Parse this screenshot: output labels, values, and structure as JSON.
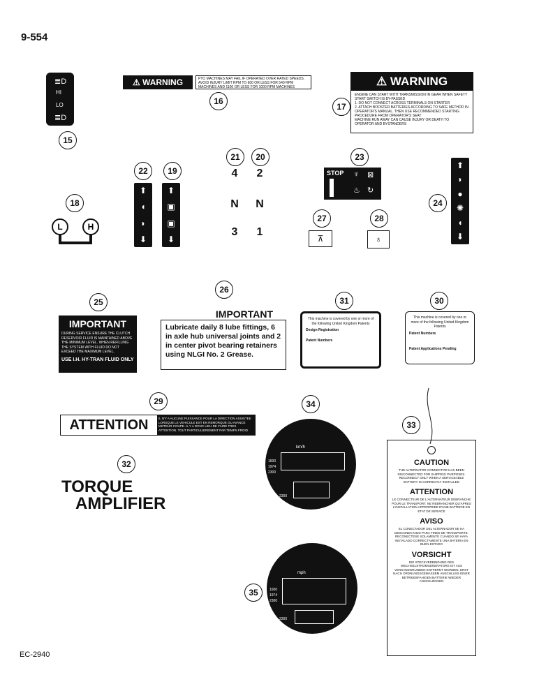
{
  "page": {
    "number": "9-554",
    "footer": "EC-2940"
  },
  "callouts": {
    "c15": "15",
    "c16": "16",
    "c17": "17",
    "c18": "18",
    "c19": "19",
    "c20": "20",
    "c21": "21",
    "c22": "22",
    "c23": "23",
    "c24": "24",
    "c25": "25",
    "c26": "26",
    "c27": "27",
    "c28": "28",
    "c29": "29",
    "c30": "30",
    "c31": "31",
    "c32": "32",
    "c33": "33",
    "c34": "34",
    "c35": "35"
  },
  "headlamp_decal": {
    "hi": "HI",
    "lo": "LO"
  },
  "warning_small": {
    "head": "⚠ WARNING",
    "body": "PTO MACHINES MAY FAIL IF OPERATED OVER RATED SPEEDS. AVOID INJURY LIMIT RPM TO 600 OR LESS FOR 540 RPM MACHINES AND 1100 OR LESS FOR 1000 RPM MACHINES"
  },
  "warning_big": {
    "head": "⚠ WARNING",
    "line1": "ENGINE CAN START WITH TRANSMISSION IN GEAR WHEN SAFETY START SWITCH IS BY-PASSED",
    "line2": "1. DO NOT CONNECT ACROSS TERMINALS ON STARTER",
    "line3": "2. ATTACH BOOSTER BATTERIES ACCORDING TO SAFE METHOD IN OPERATOR'S MANUAL. THEN USE RECOMMENDED STARTING PROCEDURE FROM OPERATOR'S SEAT",
    "line4": "MACHINE RUN AWAY CAN CAUSE INJURY OR DEATH TO OPERATOR AND BYSTANDERS"
  },
  "gear_21": {
    "top": "4",
    "mid": "N",
    "bot": "3"
  },
  "gear_20": {
    "top": "2",
    "mid": "N",
    "bot": "1"
  },
  "range_decal": {
    "low": "L",
    "high": "H"
  },
  "stop_decal": {
    "label": "STOP"
  },
  "important_black": {
    "title": "IMPORTANT",
    "body": "DURING SERVICE ENSURE THE CLUTCH RESERVOIR FLUID IS MAINTAINED ABOVE THE MINIMUM LEVEL. WHEN REFILLING THE SYSTEM WITH FLUID DO NOT EXCEED THE MAXIMUM LEVEL.",
    "foot": "USE I.H. HY-TRAN FLUID ONLY"
  },
  "important_white": {
    "title": "IMPORTANT",
    "body": "Lubricate daily 8 lube fittings, 6 in axle hub universal joints and 2 in center pivot bearing retainers using NLGI No. 2 Grease."
  },
  "patent_31": {
    "intro": "This machine is covered by one or more of the following United Kingdom Patents",
    "design": "Design Registration",
    "numbers": "Patent Numbers"
  },
  "patent_30": {
    "intro": "This machine is covered by one or more of the following United Kingdom Patents",
    "numbers": "Patent Numbers",
    "pending": "Patent Applications Pending"
  },
  "attention": {
    "head": "ATTENTION",
    "body": "IL N'Y A AUCUNE PUISSANCE POUR LA DIRECTION ASSISTEE LORSQUE LE VEHICULE EST EN REMORQUE OU AVANCE MOTEUR COUPE. IL Y A DONC LIEU DE FAIRE TRES ATTENTION. TOUT PARTICULIEREMENT PAR TEMPS FROID"
  },
  "torque": {
    "line1": "TORQUE",
    "line2": "AMPLIFIER"
  },
  "tag": {
    "caution": "CAUTION",
    "caution_text": "THE ALTERNATOR CONNECTOR HAS BEEN DISCONNECTED FOR SHIPPING PURPOSES. RECONNECT ONLY WHEN A SERVICEABLE BATTERY IS CORRECTLY INSTALLED",
    "attention": "ATTENTION",
    "attention_text": "LE CONNECTEUR DE L'ALTERNATEUR DEBRANCHE POUR LE TRANSPORT. NE REBRANCHER QU'APRES L'INSTALLATION APPROPRIEE D'UNE BATTERIE EN ETAT DE SERVICE",
    "aviso": "AVISO",
    "aviso_text": "EL CONECTADOR DEL ALTERNADOR SE HA DESCONECTADO PARA FINES DE TRANSPORTE. RECONECTESE SOLAMENTE CUANDO SE HAYA INSTALADO CORRECTAMENTE UNA BATERIA EN BUEN ESTADO",
    "vorsicht": "VORSICHT",
    "vorsicht_text": "DIE STECKVERBINDUNG DES WECHSELSTROMGENERATORS IST AUS VERSANDGRUNDEN ENTFERNT WORDEN. ERST NACH ORDNUNGSGEMASSEM ANSCHLUSS EINER BETRIEBSFAHIGEN BATTERIE WIEDER ANSCHLIESSEN"
  },
  "dial_34": {
    "unit": "km/h",
    "rpm1": "1600",
    "rpm2": "1974",
    "rpm3": "2300",
    "rpm4": "2300"
  },
  "dial_35": {
    "unit": "mph",
    "rpm1": "1600",
    "rpm2": "1974",
    "rpm3": "2300",
    "rpm4": "2300"
  },
  "colors": {
    "ink": "#111111",
    "paper": "#ffffff"
  }
}
